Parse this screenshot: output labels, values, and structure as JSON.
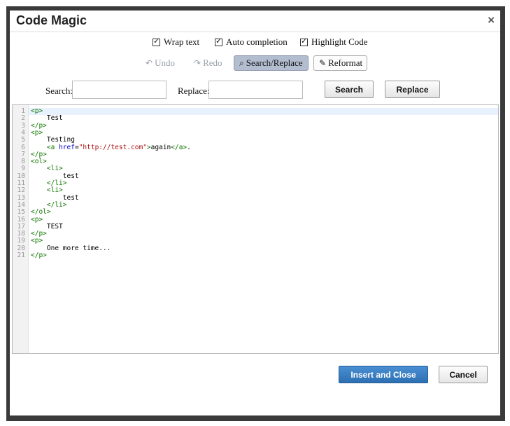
{
  "dialog": {
    "title": "Code Magic",
    "close_glyph": "×"
  },
  "options": [
    {
      "label": "Wrap text",
      "checked": true
    },
    {
      "label": "Auto completion",
      "checked": true
    },
    {
      "label": "Highlight Code",
      "checked": true
    }
  ],
  "toolbar": {
    "undo": {
      "label": "Undo",
      "icon": "undo-icon",
      "glyph": "↶",
      "state": "disabled"
    },
    "redo": {
      "label": "Redo",
      "icon": "redo-icon",
      "glyph": "↷",
      "state": "disabled"
    },
    "search_replace": {
      "label": "Search/Replace",
      "icon": "binoculars-icon",
      "glyph": "⌕",
      "state": "active"
    },
    "reformat": {
      "label": "Reformat",
      "icon": "reformat-icon",
      "glyph": "✎",
      "state": "normal"
    }
  },
  "search": {
    "search_label": "Search:",
    "search_value": "",
    "replace_label": "Replace:",
    "replace_value": "",
    "search_button": "Search",
    "replace_button": "Replace"
  },
  "editor": {
    "lines": [
      [
        {
          "t": "tag",
          "s": "<p>"
        }
      ],
      [
        {
          "t": "txt",
          "s": "    Test"
        }
      ],
      [
        {
          "t": "tag",
          "s": "</p>"
        }
      ],
      [
        {
          "t": "tag",
          "s": "<p>"
        }
      ],
      [
        {
          "t": "txt",
          "s": "    Testing"
        }
      ],
      [
        {
          "t": "txt",
          "s": "    "
        },
        {
          "t": "tag",
          "s": "<a "
        },
        {
          "t": "attr",
          "s": "href"
        },
        {
          "t": "txt",
          "s": "="
        },
        {
          "t": "str",
          "s": "\"http://test.com\""
        },
        {
          "t": "tag",
          "s": ">"
        },
        {
          "t": "txt",
          "s": "again"
        },
        {
          "t": "tag",
          "s": "</a>"
        },
        {
          "t": "txt",
          "s": "."
        }
      ],
      [
        {
          "t": "tag",
          "s": "</p>"
        }
      ],
      [
        {
          "t": "tag",
          "s": "<ol>"
        }
      ],
      [
        {
          "t": "tag",
          "s": "    <li>"
        }
      ],
      [
        {
          "t": "txt",
          "s": "        test"
        }
      ],
      [
        {
          "t": "tag",
          "s": "    </li>"
        }
      ],
      [
        {
          "t": "tag",
          "s": "    <li>"
        }
      ],
      [
        {
          "t": "txt",
          "s": "        test"
        }
      ],
      [
        {
          "t": "tag",
          "s": "    </li>"
        }
      ],
      [
        {
          "t": "tag",
          "s": "</ol>"
        }
      ],
      [
        {
          "t": "tag",
          "s": "<p>"
        }
      ],
      [
        {
          "t": "txt",
          "s": "    TEST"
        }
      ],
      [
        {
          "t": "tag",
          "s": "</p>"
        }
      ],
      [
        {
          "t": "tag",
          "s": "<p>"
        }
      ],
      [
        {
          "t": "txt",
          "s": "    One more time..."
        }
      ],
      [
        {
          "t": "tag",
          "s": "</p>"
        }
      ]
    ]
  },
  "footer": {
    "insert_close": "Insert and Close",
    "cancel": "Cancel"
  },
  "colors": {
    "primary_button": "#2d6fb3",
    "active_toolbar": "#b3bdd0",
    "tag": "#117700",
    "attribute": "#0000cc",
    "string": "#aa1111"
  }
}
